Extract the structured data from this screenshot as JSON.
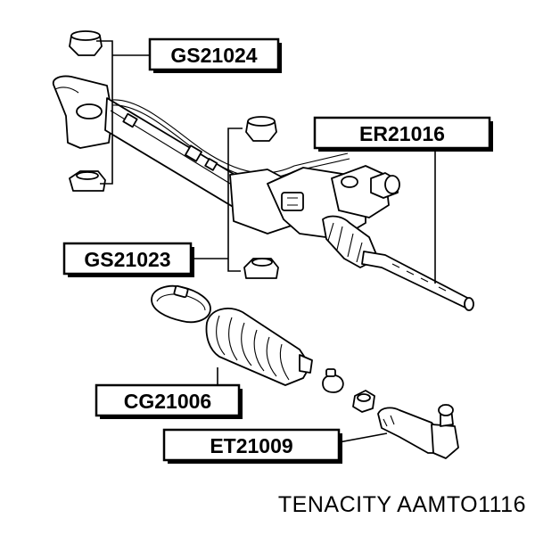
{
  "labels": {
    "gs21024": "GS21024",
    "er21016": "ER21016",
    "gs21023": "GS21023",
    "cg21006": "CG21006",
    "et21009": "ET21009"
  },
  "footer": {
    "brand": "TENACITY AAMTO1116"
  }
}
